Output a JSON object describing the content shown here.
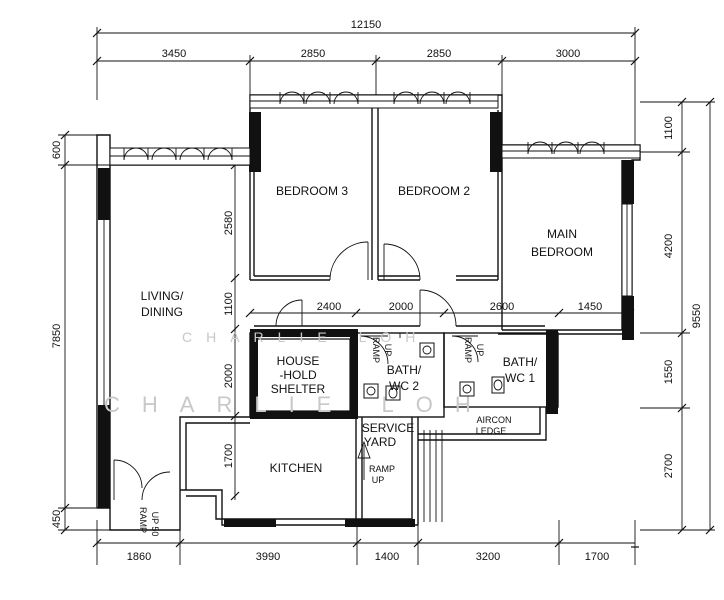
{
  "dimensions": {
    "total_top": "12150",
    "top": [
      "3450",
      "2850",
      "2850",
      "3000"
    ],
    "bottom": [
      "1860",
      "3990",
      "1400",
      "3200",
      "1700"
    ],
    "left_600": "600",
    "left_7850": "7850",
    "left_450": "450",
    "inner_left": [
      "2580",
      "1100",
      "2000",
      "1700"
    ],
    "inner_mid": [
      "2400",
      "2000",
      "2600",
      "1450"
    ],
    "right": [
      "1100",
      "4200",
      "1550",
      "2700"
    ],
    "right_total": "9550"
  },
  "rooms": {
    "bedroom3": "BEDROOM 3",
    "bedroom2": "BEDROOM 2",
    "main_bedroom_l1": "MAIN",
    "main_bedroom_l2": "BEDROOM",
    "living_l1": "LIVING/",
    "living_l2": "DINING",
    "shelter_l1": "HOUSE",
    "shelter_l2": "-HOLD",
    "shelter_l3": "SHELTER",
    "bath2_l1": "BATH/",
    "bath2_l2": "WC 2",
    "bath1_l1": "BATH/",
    "bath1_l2": "WC 1",
    "service_l1": "SERVICE",
    "service_l2": "YARD",
    "kitchen": "KITCHEN",
    "aircon_l1": "AIRCON",
    "aircon_l2": "LEDGE"
  },
  "ramps": {
    "ramp": "RAMP",
    "up": "UP",
    "ramp_entrance": "RAMP",
    "up_entrance": "UP 50"
  },
  "watermark": {
    "line1": "CHARLIE LOH",
    "line2": "CHARLIE LOH"
  }
}
